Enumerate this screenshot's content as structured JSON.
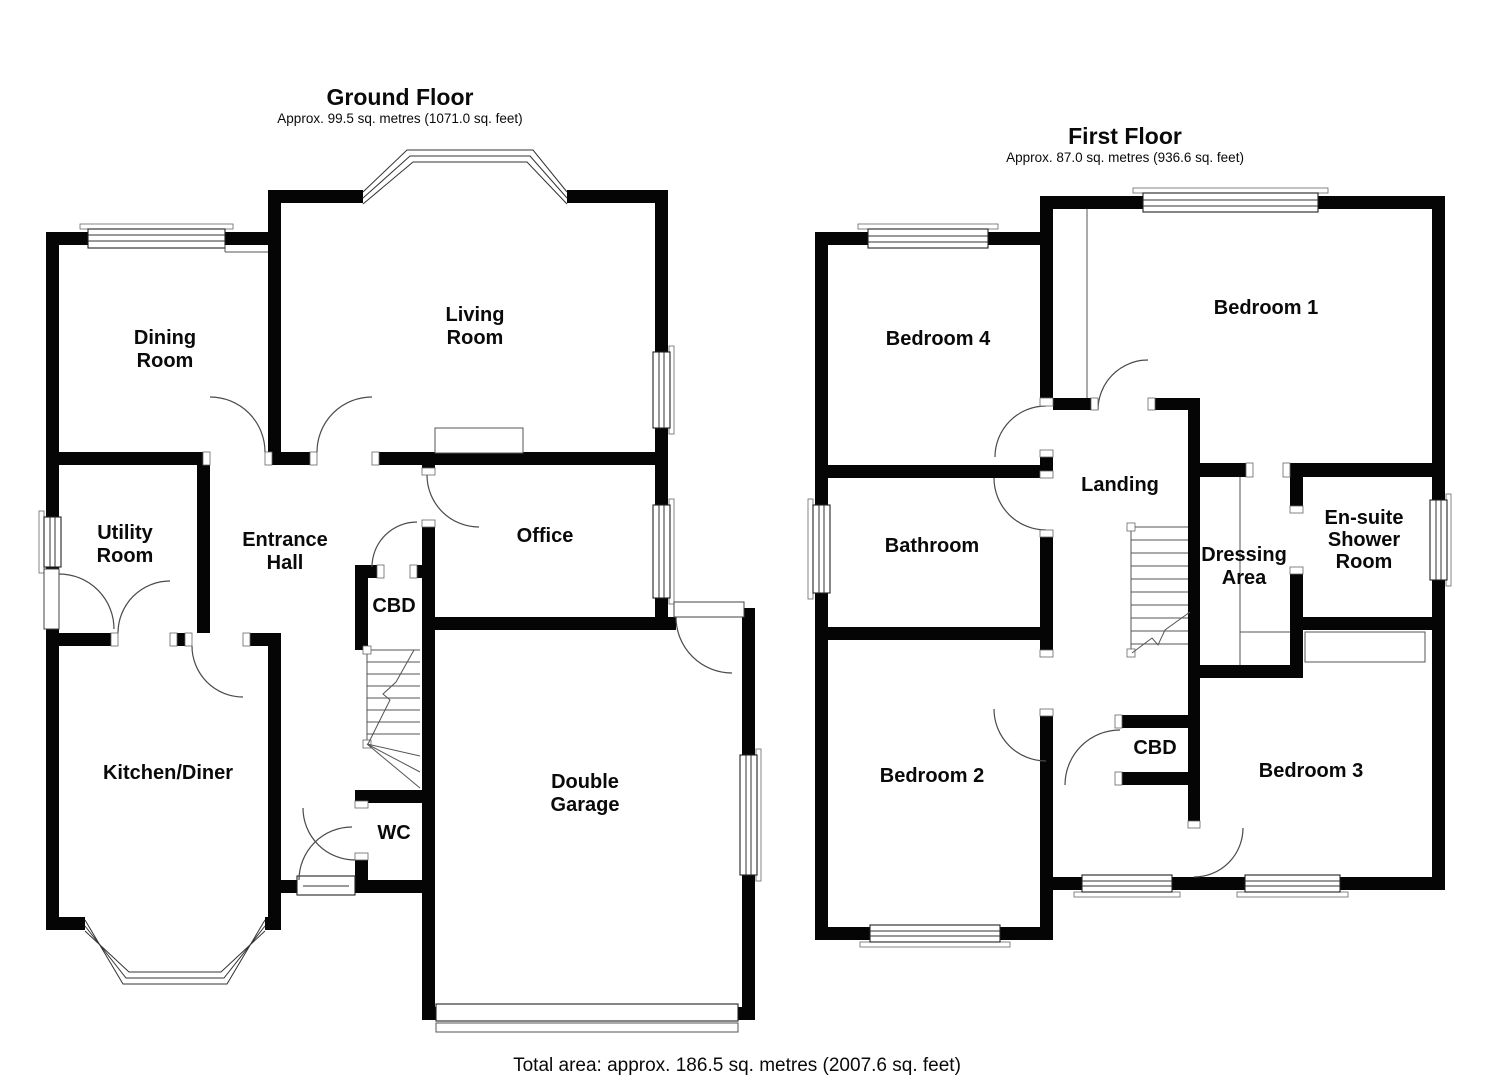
{
  "page": {
    "background": "#ffffff",
    "wall_color": "#050505"
  },
  "ground_floor": {
    "title": "Ground Floor",
    "subtitle": "Approx. 99.5 sq. metres (1071.0 sq. feet)",
    "rooms": {
      "dining_room": {
        "line1": "Dining",
        "line2": "Room"
      },
      "living_room": {
        "line1": "Living",
        "line2": "Room"
      },
      "utility_room": {
        "line1": "Utility",
        "line2": "Room"
      },
      "entrance_hall": {
        "line1": "Entrance",
        "line2": "Hall"
      },
      "office": {
        "label": "Office"
      },
      "cbd": {
        "label": "CBD"
      },
      "kitchen_diner": {
        "label": "Kitchen/Diner"
      },
      "wc": {
        "label": "WC"
      },
      "double_garage": {
        "line1": "Double",
        "line2": "Garage"
      }
    }
  },
  "first_floor": {
    "title": "First Floor",
    "subtitle": "Approx. 87.0 sq. metres (936.6 sq. feet)",
    "rooms": {
      "bedroom_4": {
        "label": "Bedroom 4"
      },
      "bedroom_1": {
        "label": "Bedroom 1"
      },
      "landing": {
        "label": "Landing"
      },
      "bathroom": {
        "label": "Bathroom"
      },
      "dressing_area": {
        "line1": "Dressing",
        "line2": "Area"
      },
      "ensuite": {
        "line1": "En-suite",
        "line2": "Shower",
        "line3": "Room"
      },
      "bedroom_2": {
        "label": "Bedroom 2"
      },
      "cbd": {
        "label": "CBD"
      },
      "bedroom_3": {
        "label": "Bedroom 3"
      }
    }
  },
  "footer": {
    "total_area": "Total area: approx. 186.5 sq. metres (2007.6 sq. feet)"
  }
}
